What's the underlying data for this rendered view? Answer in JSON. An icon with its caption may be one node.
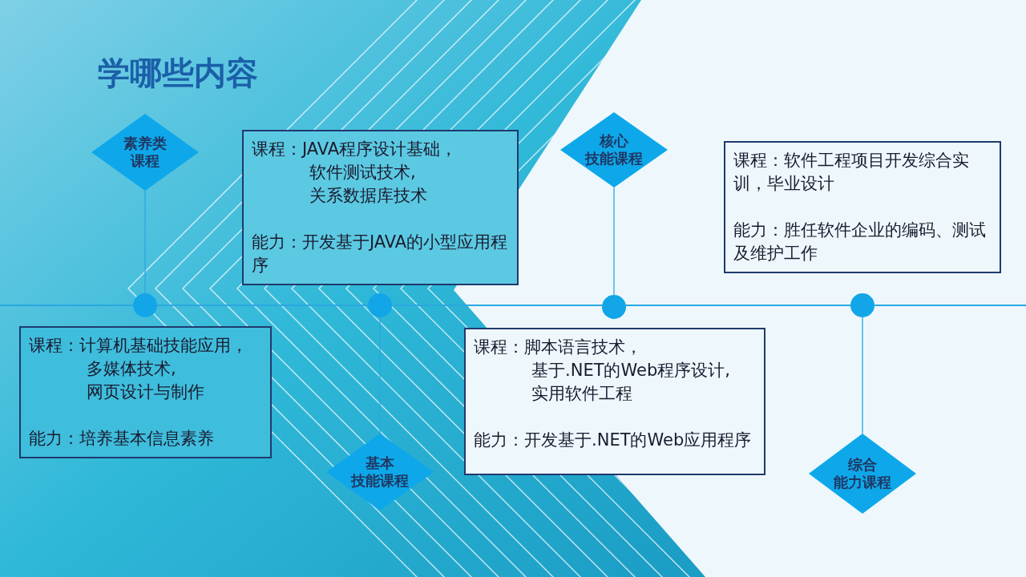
{
  "diagram": {
    "title": "学哪些内容",
    "nodes": [
      {
        "text": [
          "素养类课程"
        ]
      },
      {
        "text": [],
        "shape": "circle"
      },
      {
        "text": [
          "课程：计算机基础技能应用，多媒体技术,网页设计与制作",
          "能力：培养基本信息素养"
        ]
      },
      {
        "text": [
          "课程：JAVA程序设计基础，软件测试技术,关系数据库技术",
          "能力：开发基于JAVA的小型应用程序"
        ]
      },
      {
        "text": [],
        "shape": "circle"
      },
      {
        "text": [
          "基本技能课程"
        ]
      },
      {
        "text": [
          "核心技能课程"
        ]
      },
      {
        "text": [],
        "shape": "circle"
      },
      {
        "text": [
          "课程：脚本语言技术，基于.NET的Web程序设计,实用软件工程",
          "能力：开发基于.NET的Web应用程序"
        ]
      },
      {
        "text": [
          "课程：软件工程项目开发综合实训，毕业设计",
          "能力：胜任软件企业的编码、测试及维护工作"
        ]
      },
      {
        "text": [],
        "shape": "circle"
      },
      {
        "text": [
          "综合能力课程"
        ]
      }
    ],
    "edges": [
      {
        "from": 0,
        "to": 1,
        "arrow": "none"
      },
      {
        "from": 4,
        "to": 5,
        "arrow": "none"
      },
      {
        "from": 6,
        "to": 7,
        "arrow": "none"
      },
      {
        "from": 10,
        "to": 11,
        "arrow": "none"
      }
    ]
  }
}
